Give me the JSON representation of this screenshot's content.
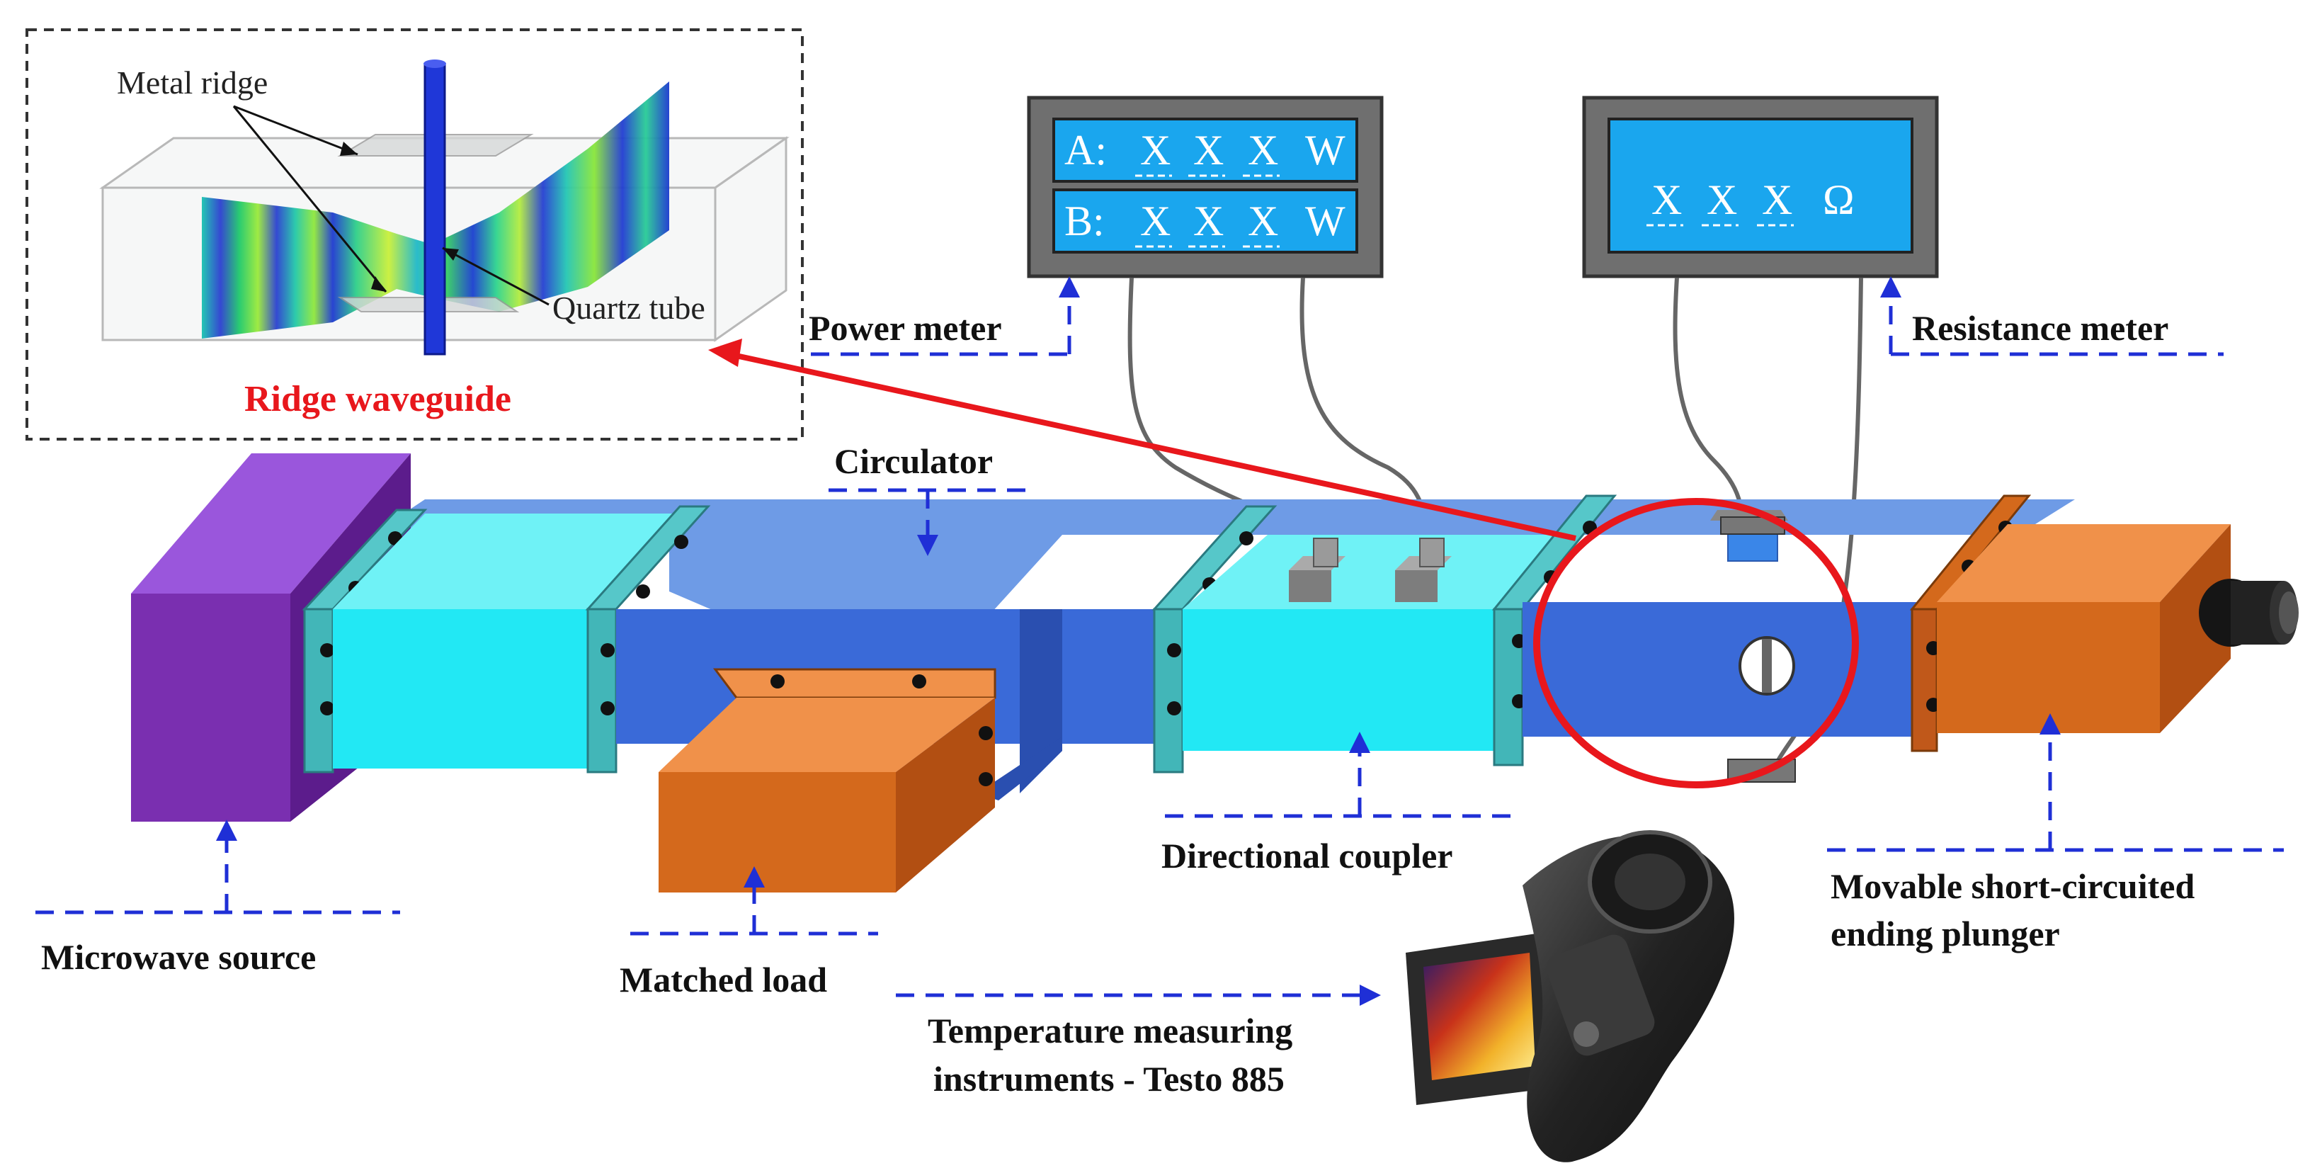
{
  "labels": {
    "metal_ridge": "Metal ridge",
    "quartz_tube": "Quartz tube",
    "ridge_waveguide": "Ridge waveguide",
    "power_meter": "Power meter",
    "resistance_meter": "Resistance meter",
    "circulator": "Circulator",
    "microwave_source": "Microwave source",
    "matched_load": "Matched load",
    "directional_coupler": "Directional coupler",
    "plunger_line1": "Movable short-circuited",
    "plunger_line2": "ending plunger",
    "temp_line1": "Temperature measuring",
    "temp_line2": "instruments - Testo 885"
  },
  "power_meter": {
    "row_a": {
      "label": "A:",
      "digits": [
        "X",
        "X",
        "X"
      ],
      "unit": "W"
    },
    "row_b": {
      "label": "B:",
      "digits": [
        "X",
        "X",
        "X"
      ],
      "unit": "W"
    }
  },
  "resistance_meter": {
    "digits": [
      "X",
      "X",
      "X"
    ],
    "unit": "Ω"
  },
  "colors": {
    "cyan_section": "#22e8f4",
    "blue_section": "#3a6ad8",
    "orange_block": "#d4691c",
    "purple_source": "#7a2fb0",
    "meter_screen": "#1aa6ee",
    "highlight_red": "#e8171c",
    "dash_blue": "#1f2fd6"
  }
}
